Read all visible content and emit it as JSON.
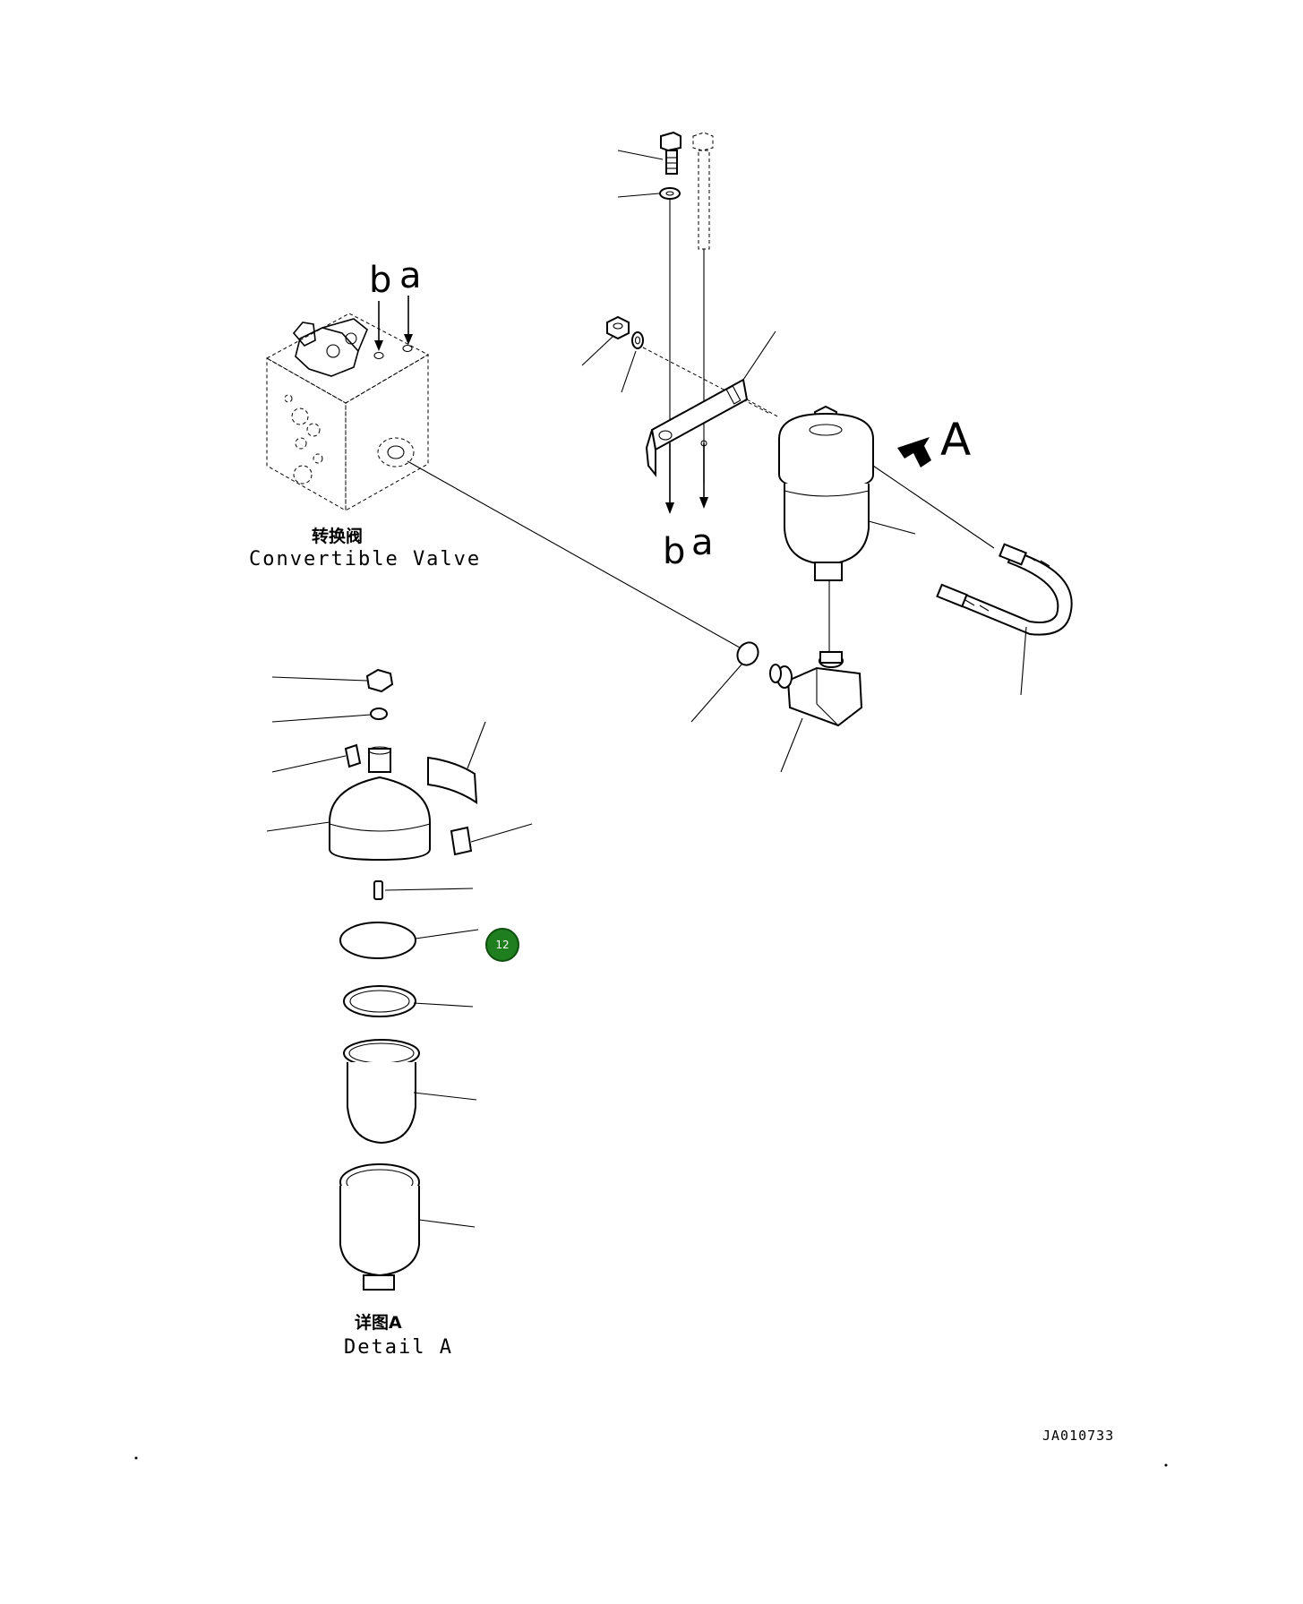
{
  "drawing": {
    "drawing_code": "JA010733",
    "hotspot_label": "12",
    "valve_label_cn": "转换阀",
    "valve_label_en": "Convertible Valve",
    "detail_label_cn": "详图A",
    "detail_label_en": "Detail A",
    "view_letter_a_upper": "A",
    "arrow_letter_b_top": "b",
    "arrow_letter_a_top": "a",
    "arrow_letter_b_bottom": "b",
    "arrow_letter_a_bottom": "a"
  }
}
